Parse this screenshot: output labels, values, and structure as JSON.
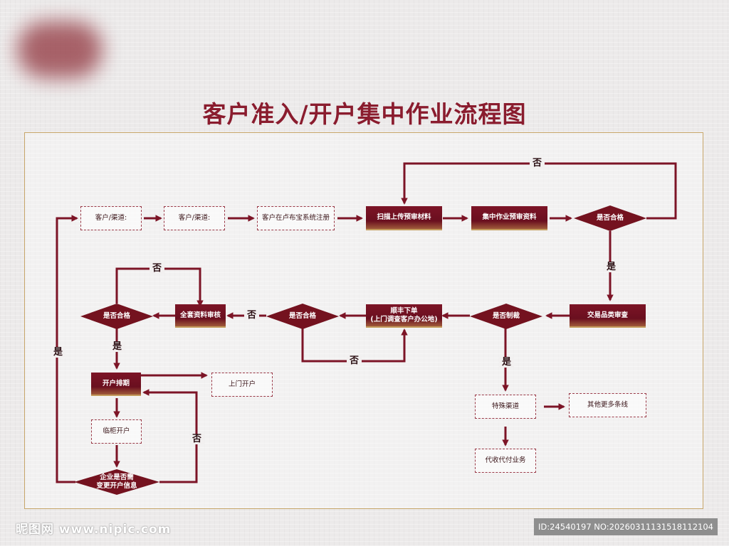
{
  "title": "客户准入/开户集中作业流程图",
  "colors": {
    "accent": "#7c1426",
    "frame": "#c7a66a",
    "dashed_border": "#9a3a48"
  },
  "nodes": {
    "customer_channel_1": "客户/渠道:",
    "customer_channel_2": "客户/渠道:",
    "register": "客户在卢布宝系统注册",
    "scan_upload": "扫描上传预审材料",
    "central_preaudit": "集中作业预审资料",
    "qualified_1": "是否合格",
    "trade_review": "交易品类审查",
    "sanctioned": "是否制裁",
    "sf_order_line1": "顺丰下单",
    "sf_order_line2": "(上门调查客户办公地)",
    "qualified_2": "是否合格",
    "full_review": "全套资料审核",
    "qualified_3": "是否合格",
    "schedule": "开户排期",
    "onsite_open": "上门开户",
    "counter_open": "临柜开户",
    "change_info_line1": "企业是否需",
    "change_info_line2": "变更开户信息",
    "special_channel": "特殊渠道",
    "more_conditions": "其他更多条线",
    "agency_business": "代收代付业务"
  },
  "edge_labels": {
    "no_top": "否",
    "yes_right": "是",
    "yes_sanction": "是",
    "no_sf": "否",
    "no_mid": "否",
    "no_left_top": "否",
    "yes_left_down": "是",
    "yes_outer_left": "是",
    "no_change": "否"
  },
  "watermark": {
    "left": "昵图网 www.nipic.com",
    "right": "ID:24540197 NO:20260311131518112104"
  }
}
